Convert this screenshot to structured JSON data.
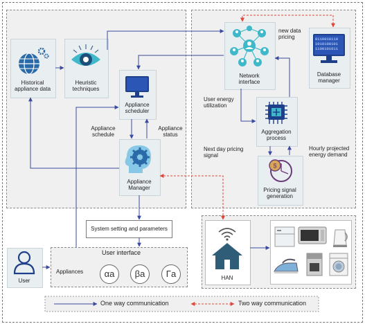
{
  "nodes": {
    "historical": "Historical\nappliance data",
    "heuristic": "Heuristic\ntechniques",
    "scheduler": "Appliance\nscheduler",
    "manager": "Appliance\nManager",
    "network": "Network\ninterface",
    "database": "Database\nmanager",
    "aggregation": "Aggregation\nprocess",
    "pricing_gen": "Pricing signal\ngeneration",
    "system_setting": "System setting and parameters",
    "user_interface": "User interface",
    "appliances": "Appliances",
    "user": "User",
    "han": "HAN"
  },
  "edge_labels": {
    "appliance_schedule": "Appliance\nschedule",
    "appliance_status": "Appliance\nstatus",
    "new_data_pricing": "new data\npricing",
    "user_energy": "User energy\nutilization",
    "next_day_pricing": "Next day pricing\nsignal",
    "hourly_projected": "Hourly projected\nenergy demand"
  },
  "greek": [
    "αa",
    "βa",
    "Γa"
  ],
  "legend": {
    "one_way": "One way communication",
    "two_way": "Two way communication"
  },
  "colors": {
    "one_way_arrow": "#3a4a9e",
    "two_way_arrow": "#e0453a",
    "icon_blue": "#2b6aa8",
    "icon_teal": "#3fb8c9",
    "han_house": "#2f5d78"
  },
  "icons": [
    "globe-gear-icon",
    "eye-brain-icon",
    "monitor-icon",
    "robot-head-gear-icon",
    "people-network-icon",
    "binary-monitor-icon",
    "chip-icon",
    "clock-coin-icon",
    "user-icon",
    "wifi-house-icon",
    "fridge-icon",
    "microwave-icon",
    "kettle-icon",
    "iron-icon",
    "coffee-maker-icon",
    "washing-machine-icon"
  ]
}
